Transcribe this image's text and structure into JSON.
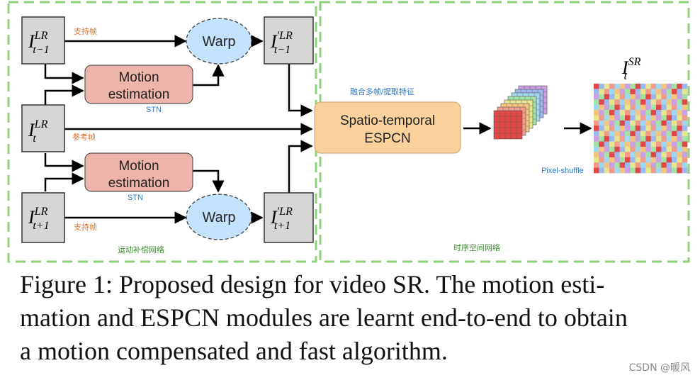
{
  "diagram": {
    "inputs": {
      "prev": {
        "base": "I",
        "sup": "LR",
        "sub": "t−1"
      },
      "curr": {
        "base": "I",
        "sup": "LR",
        "sub": "t"
      },
      "next": {
        "base": "I",
        "sup": "LR",
        "sub": "t+1"
      }
    },
    "warped": {
      "prev": {
        "base": "I",
        "sup": "′LR",
        "sub": "t−1"
      },
      "next": {
        "base": "I",
        "sup": "′LR",
        "sub": "t+1"
      }
    },
    "output": {
      "base": "I",
      "sup": "SR",
      "sub": "t"
    },
    "motion_estimation": {
      "line1": "Motion",
      "line2": "estimation"
    },
    "warp_label": "Warp",
    "espcn": {
      "line1": "Spatio-temporal",
      "line2": "ESPCN"
    },
    "annotations": {
      "support_frame_top": "支持帧",
      "support_frame_bottom": "支持帧",
      "reference_frame": "参考帧",
      "stn_top": "STN",
      "stn_bottom": "STN",
      "fusion": "融合多帧/提取特征",
      "pixel_shuffle": "Pixel-shuffle",
      "motion_network": "运动补偿网络",
      "spatiotemporal_network": "时序空间网络"
    },
    "colors": {
      "dashed_border": "#8fd07a",
      "frame_box": "#d6d6d6",
      "motion_box": "#eeb3ab",
      "warp_ellipse": "#c4e2fb",
      "espcn_box": "#fad19a",
      "orange_text": "#e0712c",
      "blue_text": "#2e78c4",
      "green_text": "#3b8f2e"
    }
  },
  "caption": {
    "line1": "Figure 1: Proposed design for video SR. The motion esti-",
    "line2": "mation and ESPCN modules are learnt end-to-end to obtain",
    "line3": "a motion compensated and fast algorithm."
  },
  "watermark": "CSDN @暖风"
}
